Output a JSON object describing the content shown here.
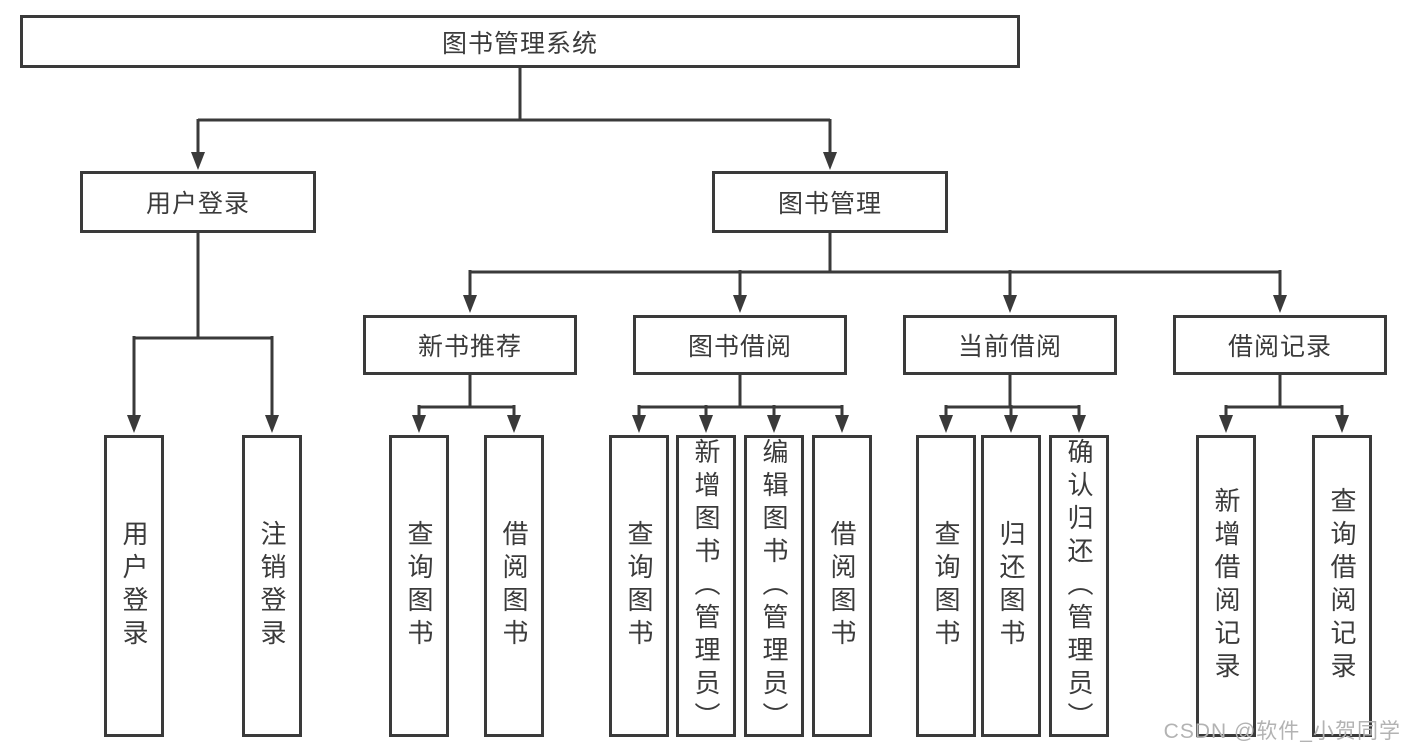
{
  "diagram": {
    "root": {
      "label": "图书管理系统"
    },
    "level1": [
      {
        "label": "用户登录"
      },
      {
        "label": "图书管理"
      }
    ],
    "level2": [
      {
        "label": "新书推荐"
      },
      {
        "label": "图书借阅"
      },
      {
        "label": "当前借阅"
      },
      {
        "label": "借阅记录"
      }
    ],
    "leaves": [
      {
        "label": "用户登录"
      },
      {
        "label": "注销登录"
      },
      {
        "label": "查询图书"
      },
      {
        "label": "借阅图书"
      },
      {
        "label": "查询图书"
      },
      {
        "label": "新增图书（管理员）"
      },
      {
        "label": "编辑图书（管理员）"
      },
      {
        "label": "借阅图书"
      },
      {
        "label": "查询图书"
      },
      {
        "label": "归还图书"
      },
      {
        "label": "确认归还（管理员）"
      },
      {
        "label": "新增借阅记录"
      },
      {
        "label": "查询借阅记录"
      }
    ]
  },
  "watermark": {
    "text": "CSDN @软件_小贺同学"
  },
  "colors": {
    "line": "#3a3a3a",
    "box_border": "#3a3a3a",
    "text": "#3b3b3b",
    "watermark": "#b3b3b3",
    "background": "#ffffff"
  }
}
